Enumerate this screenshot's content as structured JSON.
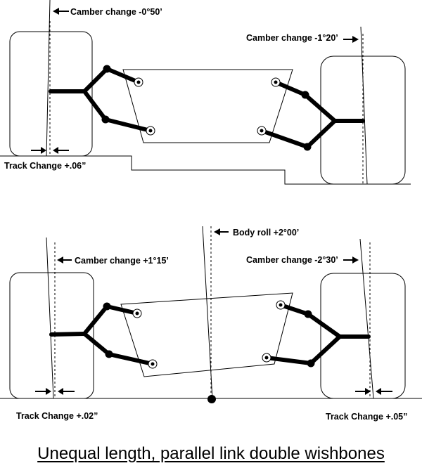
{
  "top_view": {
    "camber_left": "Camber change -0°50’",
    "camber_right": "Camber change -1°20’",
    "track_left": "Track Change +.06”"
  },
  "bottom_view": {
    "body_roll": "Body roll  +2°00’",
    "camber_left": "Camber change +1°15’",
    "camber_right": "Camber change -2°30’",
    "track_left": "Track Change +.02”",
    "track_right": "Track Change +.05”"
  },
  "caption": "Unequal length, parallel link double wishbones"
}
